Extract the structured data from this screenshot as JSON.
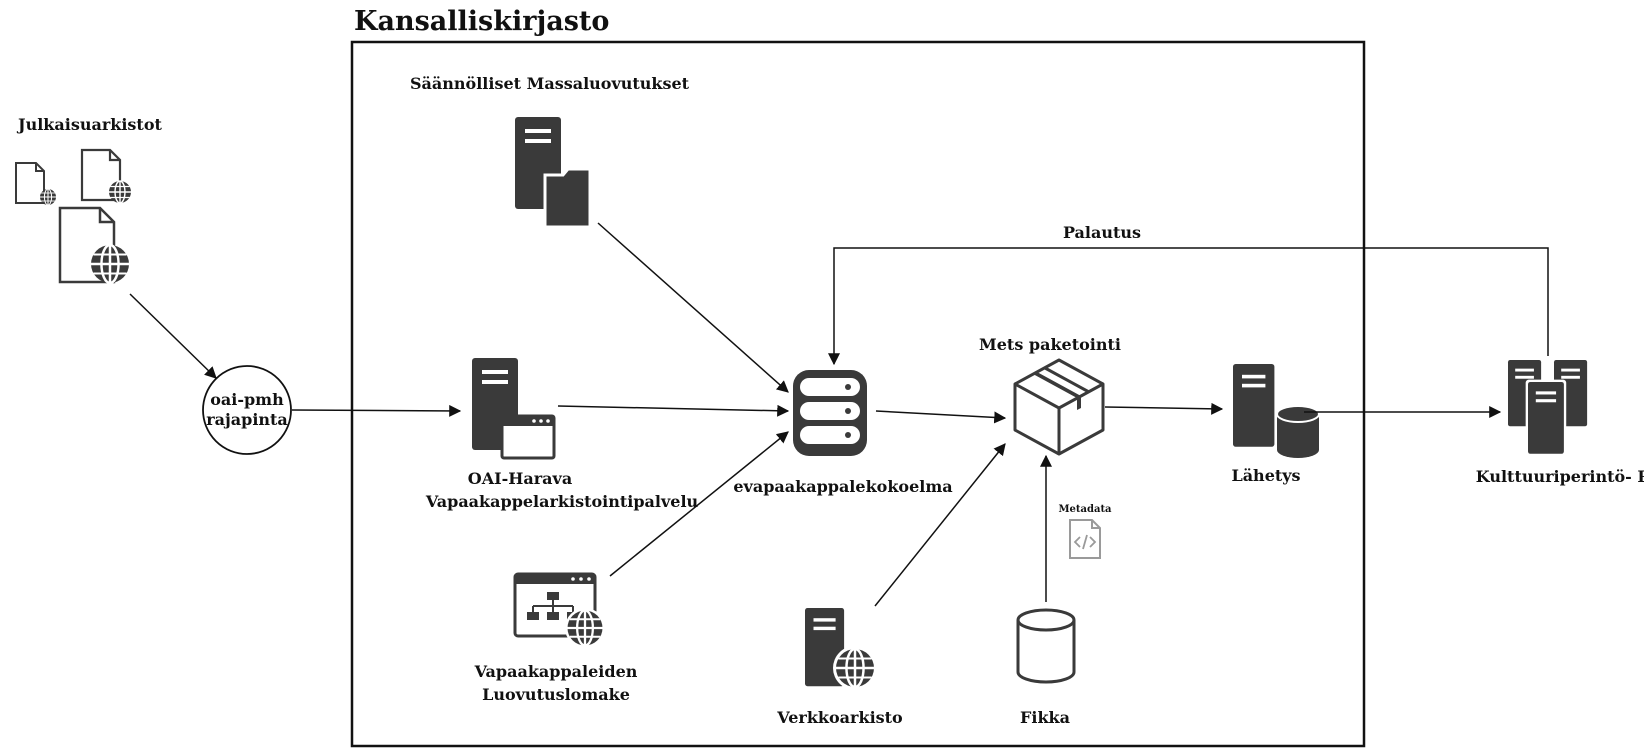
{
  "diagram": {
    "title": "Kansalliskirjasto",
    "nodes": {
      "julkaisuarkistot": "Julkaisuarkistot",
      "massaluovutukset": "Säännölliset Massaluovutukset",
      "oai_pmh": [
        "oai-pmh",
        "rajapinta"
      ],
      "oai_harava": [
        "OAI-Harava",
        "Vapaakappelarkistointipalvelu"
      ],
      "evapaakappale": "evapaakappalekokoelma",
      "mets": "Mets paketointi",
      "lahetys": "Lähetys",
      "kulttuuriperinto": "Kulttuuriperintö- PAS",
      "lomake": [
        "Vapaakappaleiden",
        "Luovutuslomake"
      ],
      "verkkoarkisto": "Verkkoarkisto",
      "fikka": "Fikka",
      "metadata": "Metadata"
    },
    "edges": {
      "palautus": "Palautus"
    },
    "icons": {
      "julkaisuarkistot": "web-document-icons",
      "massaluovutukset": "server-folder-icon",
      "oai_harava": "server-window-icon",
      "evapaakappale": "database-icon",
      "mets": "package-box-icon",
      "lahetys": "server-database-icon",
      "kulttuuriperinto": "server-cluster-icon",
      "lomake": "web-form-icon",
      "verkkoarkisto": "server-globe-icon",
      "fikka": "cylinder-icon",
      "metadata": "code-file-icon"
    },
    "colors": {
      "icon": "#3a3a3a",
      "line": "#111111",
      "muted": "#9a9a9a"
    }
  }
}
